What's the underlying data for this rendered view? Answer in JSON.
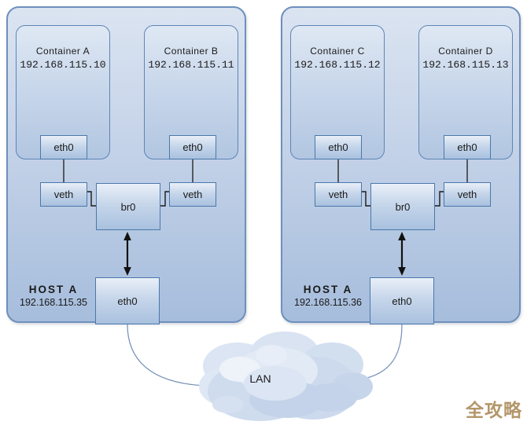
{
  "hosts": [
    {
      "name": "HOST A",
      "ip": "192.168.115.35",
      "bridge": "br0",
      "host_iface": "eth0",
      "containers": [
        {
          "name": "Container A",
          "ip": "192.168.115.10",
          "iface": "eth0",
          "veth": "veth"
        },
        {
          "name": "Container B",
          "ip": "192.168.115.11",
          "iface": "eth0",
          "veth": "veth"
        }
      ]
    },
    {
      "name": "HOST A",
      "ip": "192.168.115.36",
      "bridge": "br0",
      "host_iface": "eth0",
      "containers": [
        {
          "name": "Container C",
          "ip": "192.168.115.12",
          "iface": "eth0",
          "veth": "veth"
        },
        {
          "name": "Container D",
          "ip": "192.168.115.13",
          "iface": "eth0",
          "veth": "veth"
        }
      ]
    }
  ],
  "network": {
    "lan_label": "LAN"
  },
  "watermark": "全攻略",
  "colors": {
    "host_fill_top": "#dbe4f1",
    "host_fill_bottom": "#a6bddc",
    "host_border": "#6e90bd",
    "container_border": "#5d85b6",
    "box_border": "#4a78ab",
    "connector": "#1a1a1a",
    "lan_link": "#7b95b8",
    "cloud_fill": "#cfdcee",
    "watermark_color": "#b3966a"
  }
}
